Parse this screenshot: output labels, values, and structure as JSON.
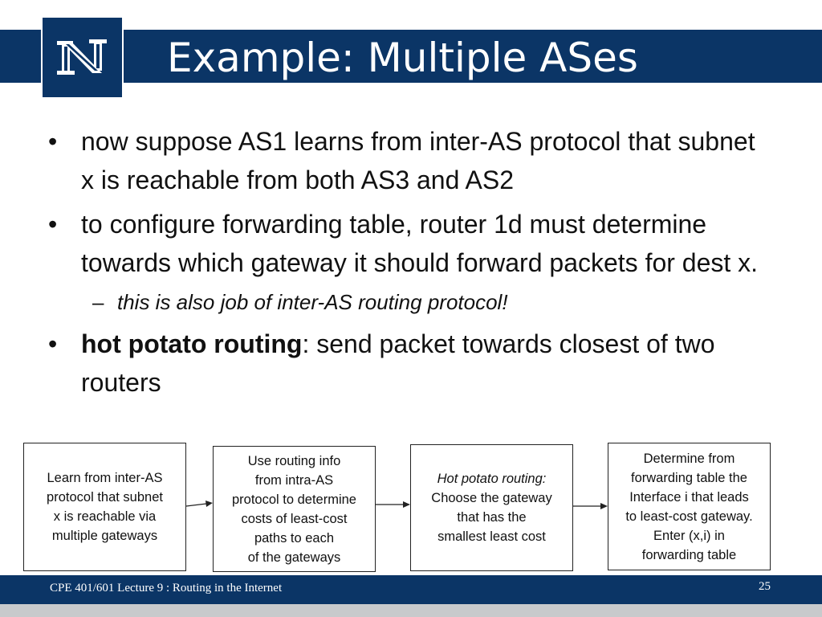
{
  "slide": {
    "title": "Example: Multiple ASes",
    "logo_letter": "N"
  },
  "bullets": [
    {
      "marker": "•",
      "text": "now suppose AS1 learns from inter-AS protocol that subnet x is reachable from both AS3 and AS2"
    },
    {
      "marker": "•",
      "text": "to configure forwarding table, router 1d must determine towards which gateway it should forward packets for dest x."
    },
    {
      "marker": "–",
      "text": "this is also job of inter-AS routing protocol!"
    },
    {
      "marker": "•",
      "bold": "hot potato routing",
      "text": ": send packet towards closest of two routers"
    }
  ],
  "flow": {
    "box1": [
      "Learn from inter-AS",
      "protocol that subnet",
      "x is reachable via",
      "multiple gateways"
    ],
    "box2": [
      "Use routing info",
      "from intra-AS",
      "protocol to determine",
      "costs of least-cost",
      "paths to each",
      "of the gateways"
    ],
    "box3_italic": "Hot potato routing:",
    "box3": [
      "Choose the gateway",
      "that has the",
      "smallest least cost"
    ],
    "box4": [
      "Determine from",
      "forwarding table the",
      "Interface i that leads",
      "to least-cost gateway.",
      "Enter (x,i) in",
      "forwarding table"
    ]
  },
  "footer": {
    "course": "CPE 401/601 Lecture 9 : Routing in the Internet",
    "page": "25"
  },
  "colors": {
    "brand_navy": "#0b3566",
    "footer_gray": "#c8cacc"
  }
}
